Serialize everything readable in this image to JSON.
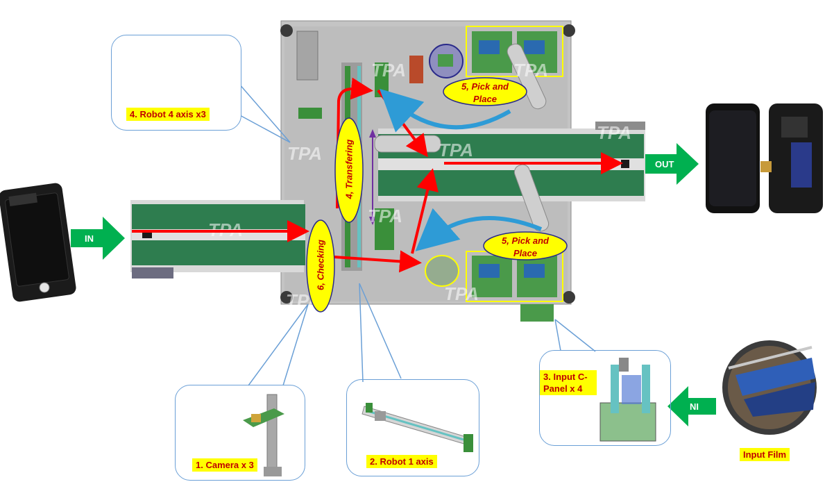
{
  "labels": {
    "robot4": "4. Robot 4 axis x3",
    "camera": "1. Camera x 3",
    "robot1": "2. Robot 1 axis",
    "cpanel": "3. Input C-Panel x 4",
    "inputfilm": "Input Film",
    "pick_top": "5, Pick and Place",
    "pick_bottom": "5, Pick and Place",
    "transfering": "4, Transfering",
    "checking": "6, Checking",
    "in": "IN",
    "out": "OUT",
    "ni": "NI"
  },
  "watermark": "TPA",
  "colors": {
    "label_bg": "#ffff00",
    "label_text": "#c00000",
    "flow_arrow": "#ff0000",
    "io_arrow": "#00b050",
    "callout_border": "#6a9fd6",
    "conveyor": "#2e7d4f",
    "machine": "#b8b8b8",
    "pcb": "#3a8f3a"
  }
}
